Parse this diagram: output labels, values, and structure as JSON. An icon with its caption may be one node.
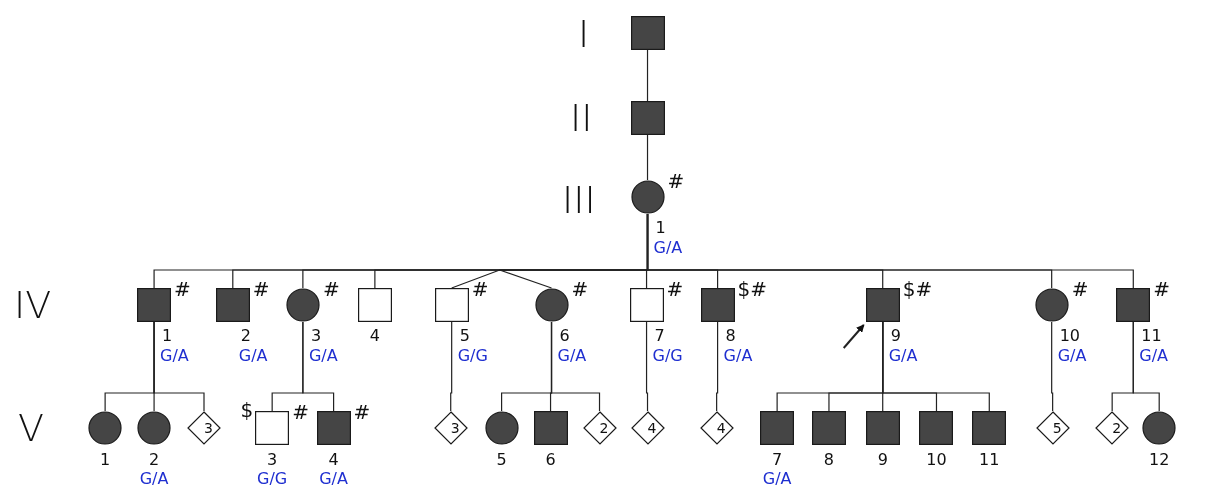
{
  "diagram": {
    "nodes": [
      {
        "text": [],
        "shape": "box"
      },
      {
        "text": [],
        "shape": "box"
      },
      {
        "text": [],
        "shape": "circle",
        "beside": [
          "#",
          "1",
          "G/A"
        ]
      },
      {
        "text": [],
        "shape": "box",
        "beside": [
          "#",
          "1",
          "G/A"
        ]
      },
      {
        "text": [],
        "shape": "box",
        "beside": [
          "#",
          "2",
          "G/A"
        ]
      },
      {
        "text": [],
        "shape": "circle",
        "beside": [
          "#",
          "3",
          "G/A"
        ]
      },
      {
        "text": [],
        "shape": "box",
        "beside": [
          "4"
        ]
      },
      {
        "text": [],
        "shape": "box",
        "beside": [
          "#",
          "5",
          "G/G"
        ]
      },
      {
        "text": [],
        "shape": "circle",
        "beside": [
          "#",
          "6",
          "G/A"
        ]
      },
      {
        "text": [],
        "shape": "box",
        "beside": [
          "#",
          "7",
          "G/G"
        ]
      },
      {
        "text": [],
        "shape": "box",
        "beside": [
          "$#",
          "8",
          "G/A"
        ]
      },
      {
        "text": [],
        "shape": "box",
        "beside": [
          "$#",
          "9",
          "G/A"
        ]
      },
      {
        "text": [],
        "shape": "circle",
        "beside": [
          "#",
          "10",
          "G/A"
        ]
      },
      {
        "text": [],
        "shape": "box",
        "beside": [
          "#",
          "11",
          "G/A"
        ]
      },
      {
        "text": [],
        "shape": "circle",
        "beside": [
          "1"
        ]
      },
      {
        "text": [],
        "shape": "circle",
        "beside": [
          "2",
          "G/A"
        ]
      },
      {
        "text": [
          "3"
        ]
      },
      {
        "text": [],
        "shape": "box",
        "beside": [
          "$",
          "#",
          "3",
          "G/G"
        ]
      },
      {
        "text": [],
        "shape": "box",
        "beside": [
          "#",
          "4",
          "G/A"
        ]
      },
      {
        "text": [
          "3"
        ]
      },
      {
        "text": [],
        "shape": "circle",
        "beside": [
          "5"
        ]
      },
      {
        "text": [],
        "shape": "box",
        "beside": [
          "6"
        ]
      },
      {
        "text": [
          "2"
        ]
      },
      {
        "text": [
          "4"
        ]
      },
      {
        "text": [
          "4"
        ]
      },
      {
        "text": [],
        "shape": "box",
        "beside": [
          "7",
          "G/A"
        ]
      },
      {
        "text": [],
        "shape": "box",
        "beside": [
          "8"
        ]
      },
      {
        "text": [],
        "shape": "box",
        "beside": [
          "9"
        ]
      },
      {
        "text": [],
        "shape": "box",
        "beside": [
          "10"
        ]
      },
      {
        "text": [],
        "shape": "box",
        "beside": [
          "11"
        ]
      },
      {
        "text": [
          "5"
        ]
      },
      {
        "text": [
          "2"
        ]
      },
      {
        "text": [],
        "shape": "circle",
        "beside": [
          "12"
        ]
      }
    ],
    "edges": [
      {
        "from": 0,
        "to": 1,
        "arrow": "none"
      },
      {
        "from": 1,
        "to": 2,
        "arrow": "none"
      },
      {
        "from": 2,
        "to": 3,
        "arrow": "none"
      },
      {
        "from": 2,
        "to": 4,
        "arrow": "none"
      },
      {
        "from": 2,
        "to": 5,
        "arrow": "none"
      },
      {
        "from": 2,
        "to": 6,
        "arrow": "none"
      },
      {
        "from": 2,
        "to": 7,
        "arrow": "none"
      },
      {
        "from": 2,
        "to": 8,
        "arrow": "none"
      },
      {
        "from": 2,
        "to": 9,
        "arrow": "none"
      },
      {
        "from": 2,
        "to": 10,
        "arrow": "none"
      },
      {
        "from": 2,
        "to": 11,
        "arrow": "none"
      },
      {
        "from": 2,
        "to": 12,
        "arrow": "none"
      },
      {
        "from": 2,
        "to": 13,
        "arrow": "none"
      },
      {
        "from": 3,
        "to": 14,
        "arrow": "none"
      },
      {
        "from": 3,
        "to": 15,
        "arrow": "none"
      },
      {
        "from": 3,
        "to": 16,
        "arrow": "none"
      },
      {
        "from": 5,
        "to": 17,
        "arrow": "none"
      },
      {
        "from": 5,
        "to": 18,
        "arrow": "none"
      },
      {
        "from": 7,
        "to": 19,
        "arrow": "none"
      },
      {
        "from": 8,
        "to": 20,
        "arrow": "none"
      },
      {
        "from": 8,
        "to": 21,
        "arrow": "none"
      },
      {
        "from": 8,
        "to": 22,
        "arrow": "none"
      },
      {
        "from": 9,
        "to": 23,
        "arrow": "none"
      },
      {
        "from": 10,
        "to": 24,
        "arrow": "none"
      },
      {
        "from": 11,
        "to": 25,
        "arrow": "none"
      },
      {
        "from": 11,
        "to": 26,
        "arrow": "none"
      },
      {
        "from": 11,
        "to": 27,
        "arrow": "none"
      },
      {
        "from": 11,
        "to": 28,
        "arrow": "none"
      },
      {
        "from": 11,
        "to": 29,
        "arrow": "none"
      },
      {
        "from": 12,
        "to": 30,
        "arrow": "none"
      },
      {
        "from": 13,
        "to": 31,
        "arrow": "none"
      },
      {
        "from": 13,
        "to": 32,
        "arrow": "none"
      },
      {
        "from": null,
        "to": 11,
        "arrow": "to"
      }
    ],
    "labels": [
      "I",
      "II",
      "III",
      "IV",
      "V"
    ]
  }
}
